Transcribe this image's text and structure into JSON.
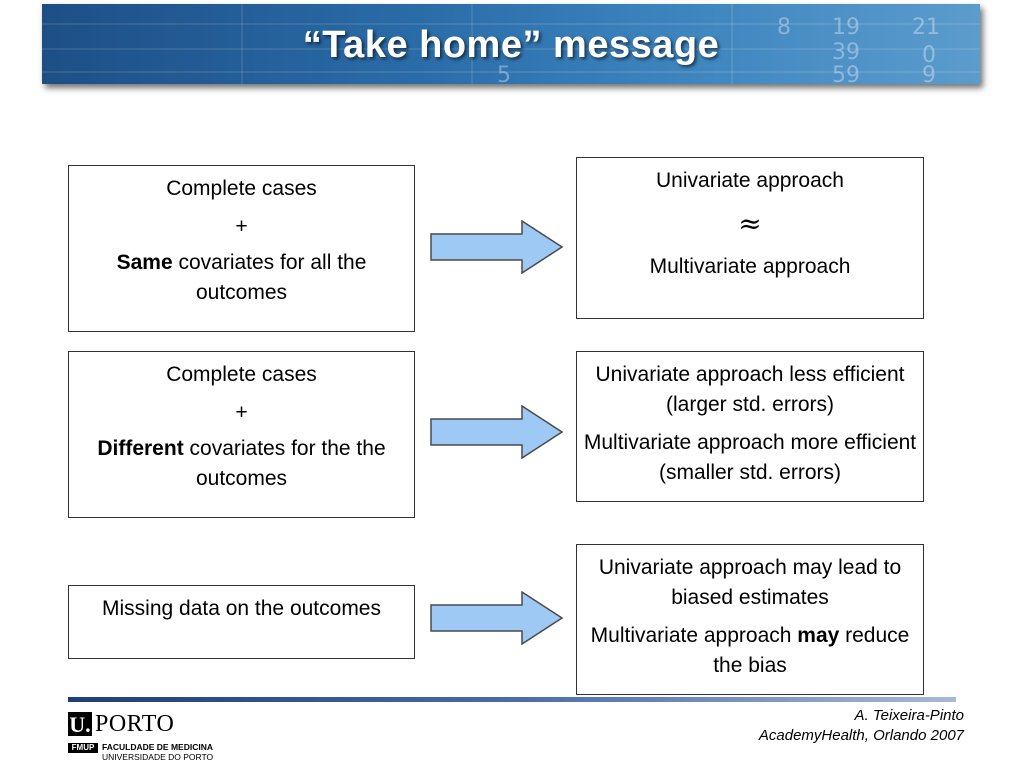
{
  "header": {
    "title": "“Take home” message",
    "decor_digits": [
      "8",
      "19",
      "39",
      "59",
      "21",
      "5",
      "0",
      "9"
    ]
  },
  "rows": [
    {
      "left": {
        "line1": "Complete cases",
        "plus": "+",
        "bold_word": "Same",
        "rest": " covariates for all the outcomes"
      },
      "right": {
        "line1": "Univariate approach",
        "symbol": "≈",
        "line2": "Multivariate approach"
      }
    },
    {
      "left": {
        "line1": "Complete cases",
        "plus": "+",
        "bold_word": "Different",
        "rest": " covariates for the the outcomes"
      },
      "right": {
        "para1": "Univariate approach less efficient (larger std. errors)",
        "para2": "Multivariate approach more efficient (smaller std. errors)"
      }
    },
    {
      "left": {
        "line1": "Missing data on the outcomes"
      },
      "right": {
        "para1": "Univariate approach may lead to biased estimates",
        "para2_pre": "Multivariate approach ",
        "para2_bold": "may",
        "para2_post": " reduce the bias"
      }
    }
  ],
  "footer": {
    "logo_u": "U.",
    "logo_porto": "PORTO",
    "logo_fmup": "FMUP",
    "logo_faculty": "FACULDADE DE MEDICINA",
    "logo_university": "UNIVERSIDADE DO PORTO",
    "author": "A. Teixeira-Pinto",
    "venue": "AcademyHealth, Orlando 2007"
  },
  "colors": {
    "arrow_fill": "#9ec9f4",
    "arrow_stroke": "#4a4a4a",
    "banner": "#2a6ca8"
  }
}
